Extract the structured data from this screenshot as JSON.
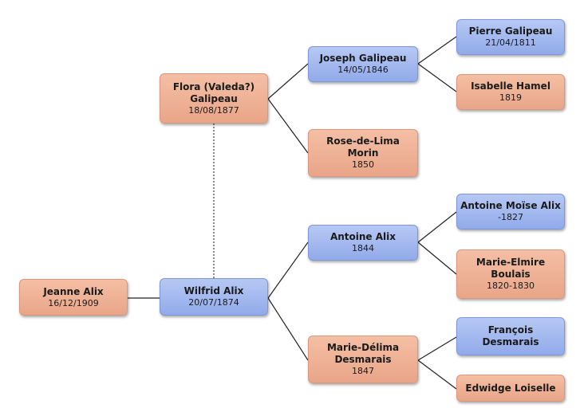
{
  "persons": {
    "jeanne_alix": {
      "name": "Jeanne Alix",
      "date": "16/12/1909",
      "sex": "female"
    },
    "wilfrid_alix": {
      "name": "Wilfrid Alix",
      "date": "20/07/1874",
      "sex": "male"
    },
    "flora_galipeau": {
      "name": "Flora (Valeda?) Galipeau",
      "date": "18/08/1877",
      "sex": "female"
    },
    "joseph_galipeau": {
      "name": "Joseph Galipeau",
      "date": "14/05/1846",
      "sex": "male"
    },
    "rose_morin": {
      "name": "Rose-de-Lima Morin",
      "date": "1850",
      "sex": "female"
    },
    "pierre_galipeau": {
      "name": "Pierre Galipeau",
      "date": "21/04/1811",
      "sex": "male"
    },
    "isabelle_hamel": {
      "name": "Isabelle Hamel",
      "date": "1819",
      "sex": "female"
    },
    "antoine_alix": {
      "name": "Antoine Alix",
      "date": "1844",
      "sex": "male"
    },
    "marie_delima": {
      "name": "Marie-Délima Desmarais",
      "date": "1847",
      "sex": "female"
    },
    "antoine_moise": {
      "name": "Antoine Moïse Alix",
      "date": "-1827",
      "sex": "male"
    },
    "marie_elmire": {
      "name": "Marie-Elmire Boulais",
      "date": "1820-1830",
      "sex": "female"
    },
    "francois": {
      "name": "François Desmarais",
      "date": "",
      "sex": "male"
    },
    "edwidge": {
      "name": "Edwidge Loiselle",
      "date": "",
      "sex": "female"
    }
  },
  "colors": {
    "female": "#eeb096",
    "male": "#a4b9ef",
    "line": "#222222"
  }
}
